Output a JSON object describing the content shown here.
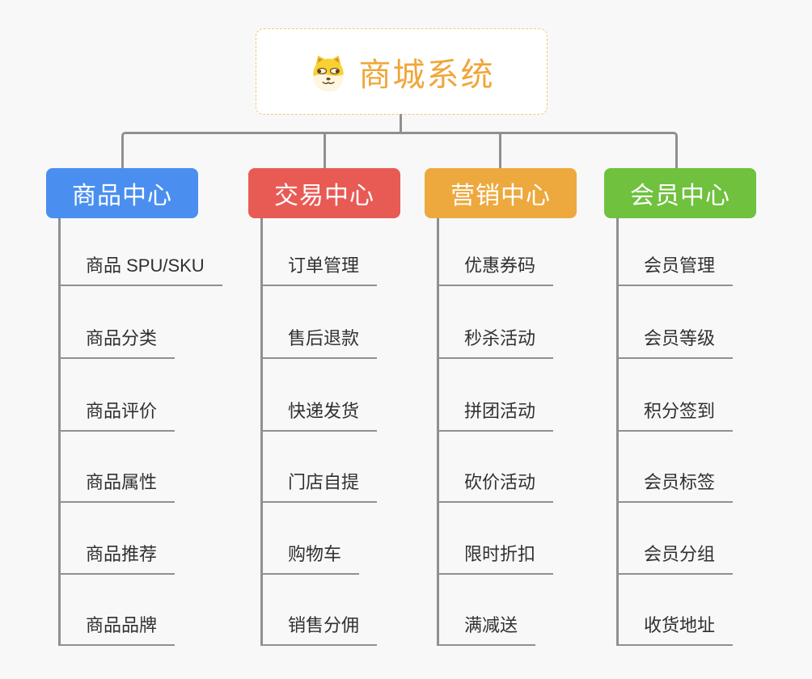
{
  "theme": {
    "background_color": "#f8f8f8",
    "connector_color": "#909090",
    "leaf_text_color": "#303030"
  },
  "root": {
    "title": "商城系统",
    "icon": "doge-face-icon",
    "text_color": "#f0a63a",
    "border_color": "#f2c879",
    "background_color": "#ffffff"
  },
  "branches": [
    {
      "label": "商品中心",
      "color": "#4a8ff0",
      "items": [
        "商品 SPU/SKU",
        "商品分类",
        "商品评价",
        "商品属性",
        "商品推荐",
        "商品品牌"
      ]
    },
    {
      "label": "交易中心",
      "color": "#e85b55",
      "items": [
        "订单管理",
        "售后退款",
        "快递发货",
        "门店自提",
        "购物车",
        "销售分佣"
      ]
    },
    {
      "label": "营销中心",
      "color": "#eda93e",
      "items": [
        "优惠券码",
        "秒杀活动",
        "拼团活动",
        "砍价活动",
        "限时折扣",
        "满减送"
      ]
    },
    {
      "label": "会员中心",
      "color": "#6fc13e",
      "items": [
        "会员管理",
        "会员等级",
        "积分签到",
        "会员标签",
        "会员分组",
        "收货地址"
      ]
    }
  ]
}
